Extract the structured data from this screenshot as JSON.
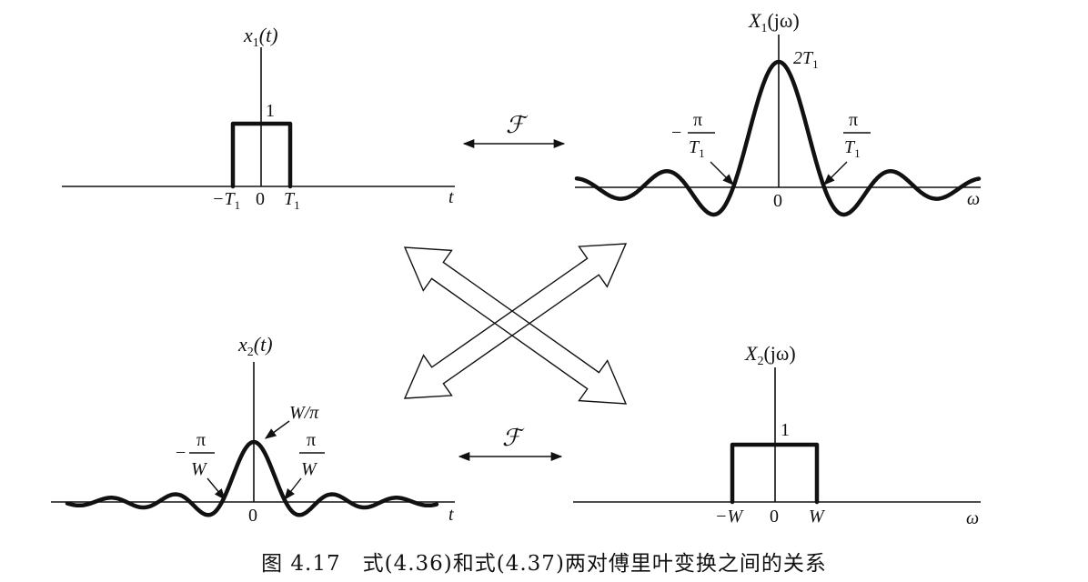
{
  "caption": "图 4.17　式(4.36)和式(4.37)两对傅里叶变换之间的关系",
  "transform_symbol": "ℱ",
  "panels": {
    "x1": {
      "ylabel_base": "x",
      "ylabel_sub": "1",
      "ylabel_tail": "(t)",
      "height": "1",
      "tick_neg_pre": "−T",
      "tick_neg_sub": "1",
      "tick_zero": "0",
      "tick_pos_pre": "T",
      "tick_pos_sub": "1",
      "axis_var": "t"
    },
    "X1": {
      "ylabel_base": "X",
      "ylabel_sub": "1",
      "ylabel_tail": "(jω)",
      "peak_pre": "2T",
      "peak_sub": "1",
      "zero_left_minus": "−",
      "zero_num": "π",
      "zero_den_pre": "T",
      "zero_den_sub": "1",
      "tick_zero": "0",
      "axis_var": "ω"
    },
    "x2": {
      "ylabel_base": "x",
      "ylabel_sub": "2",
      "ylabel_tail": "(t)",
      "peak": "W/π",
      "zero_left_minus": "−",
      "zero_num": "π",
      "zero_den": "W",
      "tick_zero": "0",
      "axis_var": "t"
    },
    "X2": {
      "ylabel_base": "X",
      "ylabel_sub": "2",
      "ylabel_tail": "(jω)",
      "height": "1",
      "tick_neg": "−W",
      "tick_zero": "0",
      "tick_pos": "W",
      "axis_var": "ω"
    }
  }
}
